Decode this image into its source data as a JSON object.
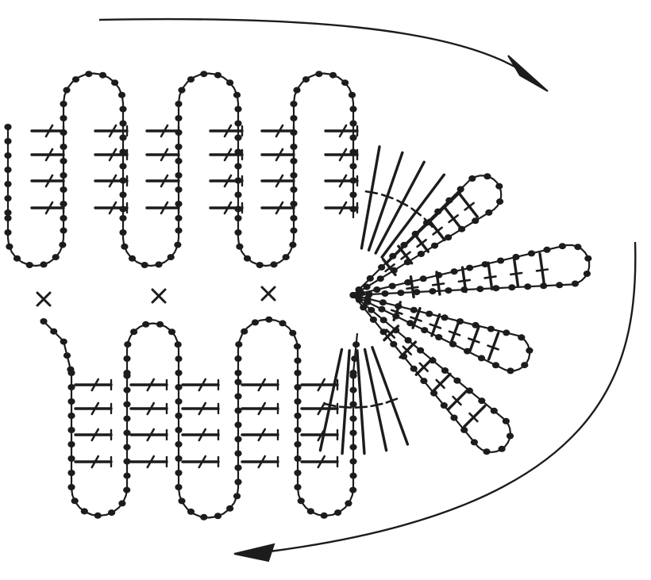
{
  "diagram": {
    "kind": "crochet-stitch-chart",
    "ink_color": "#1c1c1c",
    "paper_color": "#ffffff",
    "symbols": {
      "chain": "filled-oval-dot",
      "double_crochet": "post-with-crossbar",
      "single_crochet": "x-mark"
    },
    "top_row": {
      "loops": 3,
      "columns_per_block": 2,
      "stitches_per_column": 4
    },
    "bottom_row": {
      "loops": 3,
      "columns_per_block": 2,
      "stitches_per_column": 4
    },
    "fan": {
      "petals": 4,
      "stitches_per_petal": 6
    },
    "connectors": {
      "count": 3,
      "symbol": "x"
    },
    "direction_arrows": [
      "top-clockwise",
      "bottom-leftward"
    ]
  }
}
